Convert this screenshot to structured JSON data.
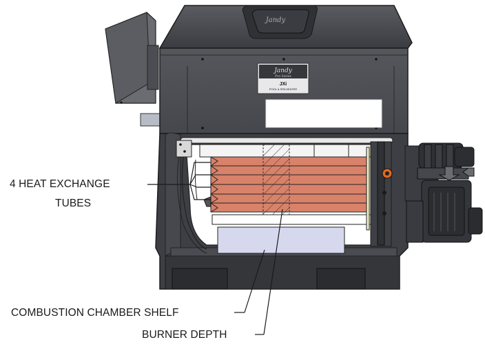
{
  "diagram": {
    "callouts": {
      "heat_exchange_line1": "4 HEAT EXCHANGE",
      "heat_exchange_line2": "TUBES",
      "combustion_shelf": "COMBUSTION CHAMBER SHELF",
      "burner_depth": "BURNER DEPTH"
    },
    "branding": {
      "lid_logo": "Jandy",
      "plate_logo": "Jandy",
      "plate_tagline": "Pro Series",
      "plate_model": "JXi",
      "plate_desc": "POOL & SPA HEATER"
    },
    "colors": {
      "housing": "#3d3f44",
      "tubes": "#d9826a",
      "shelf": "#d6d9ee",
      "hatch": "#222222"
    }
  }
}
